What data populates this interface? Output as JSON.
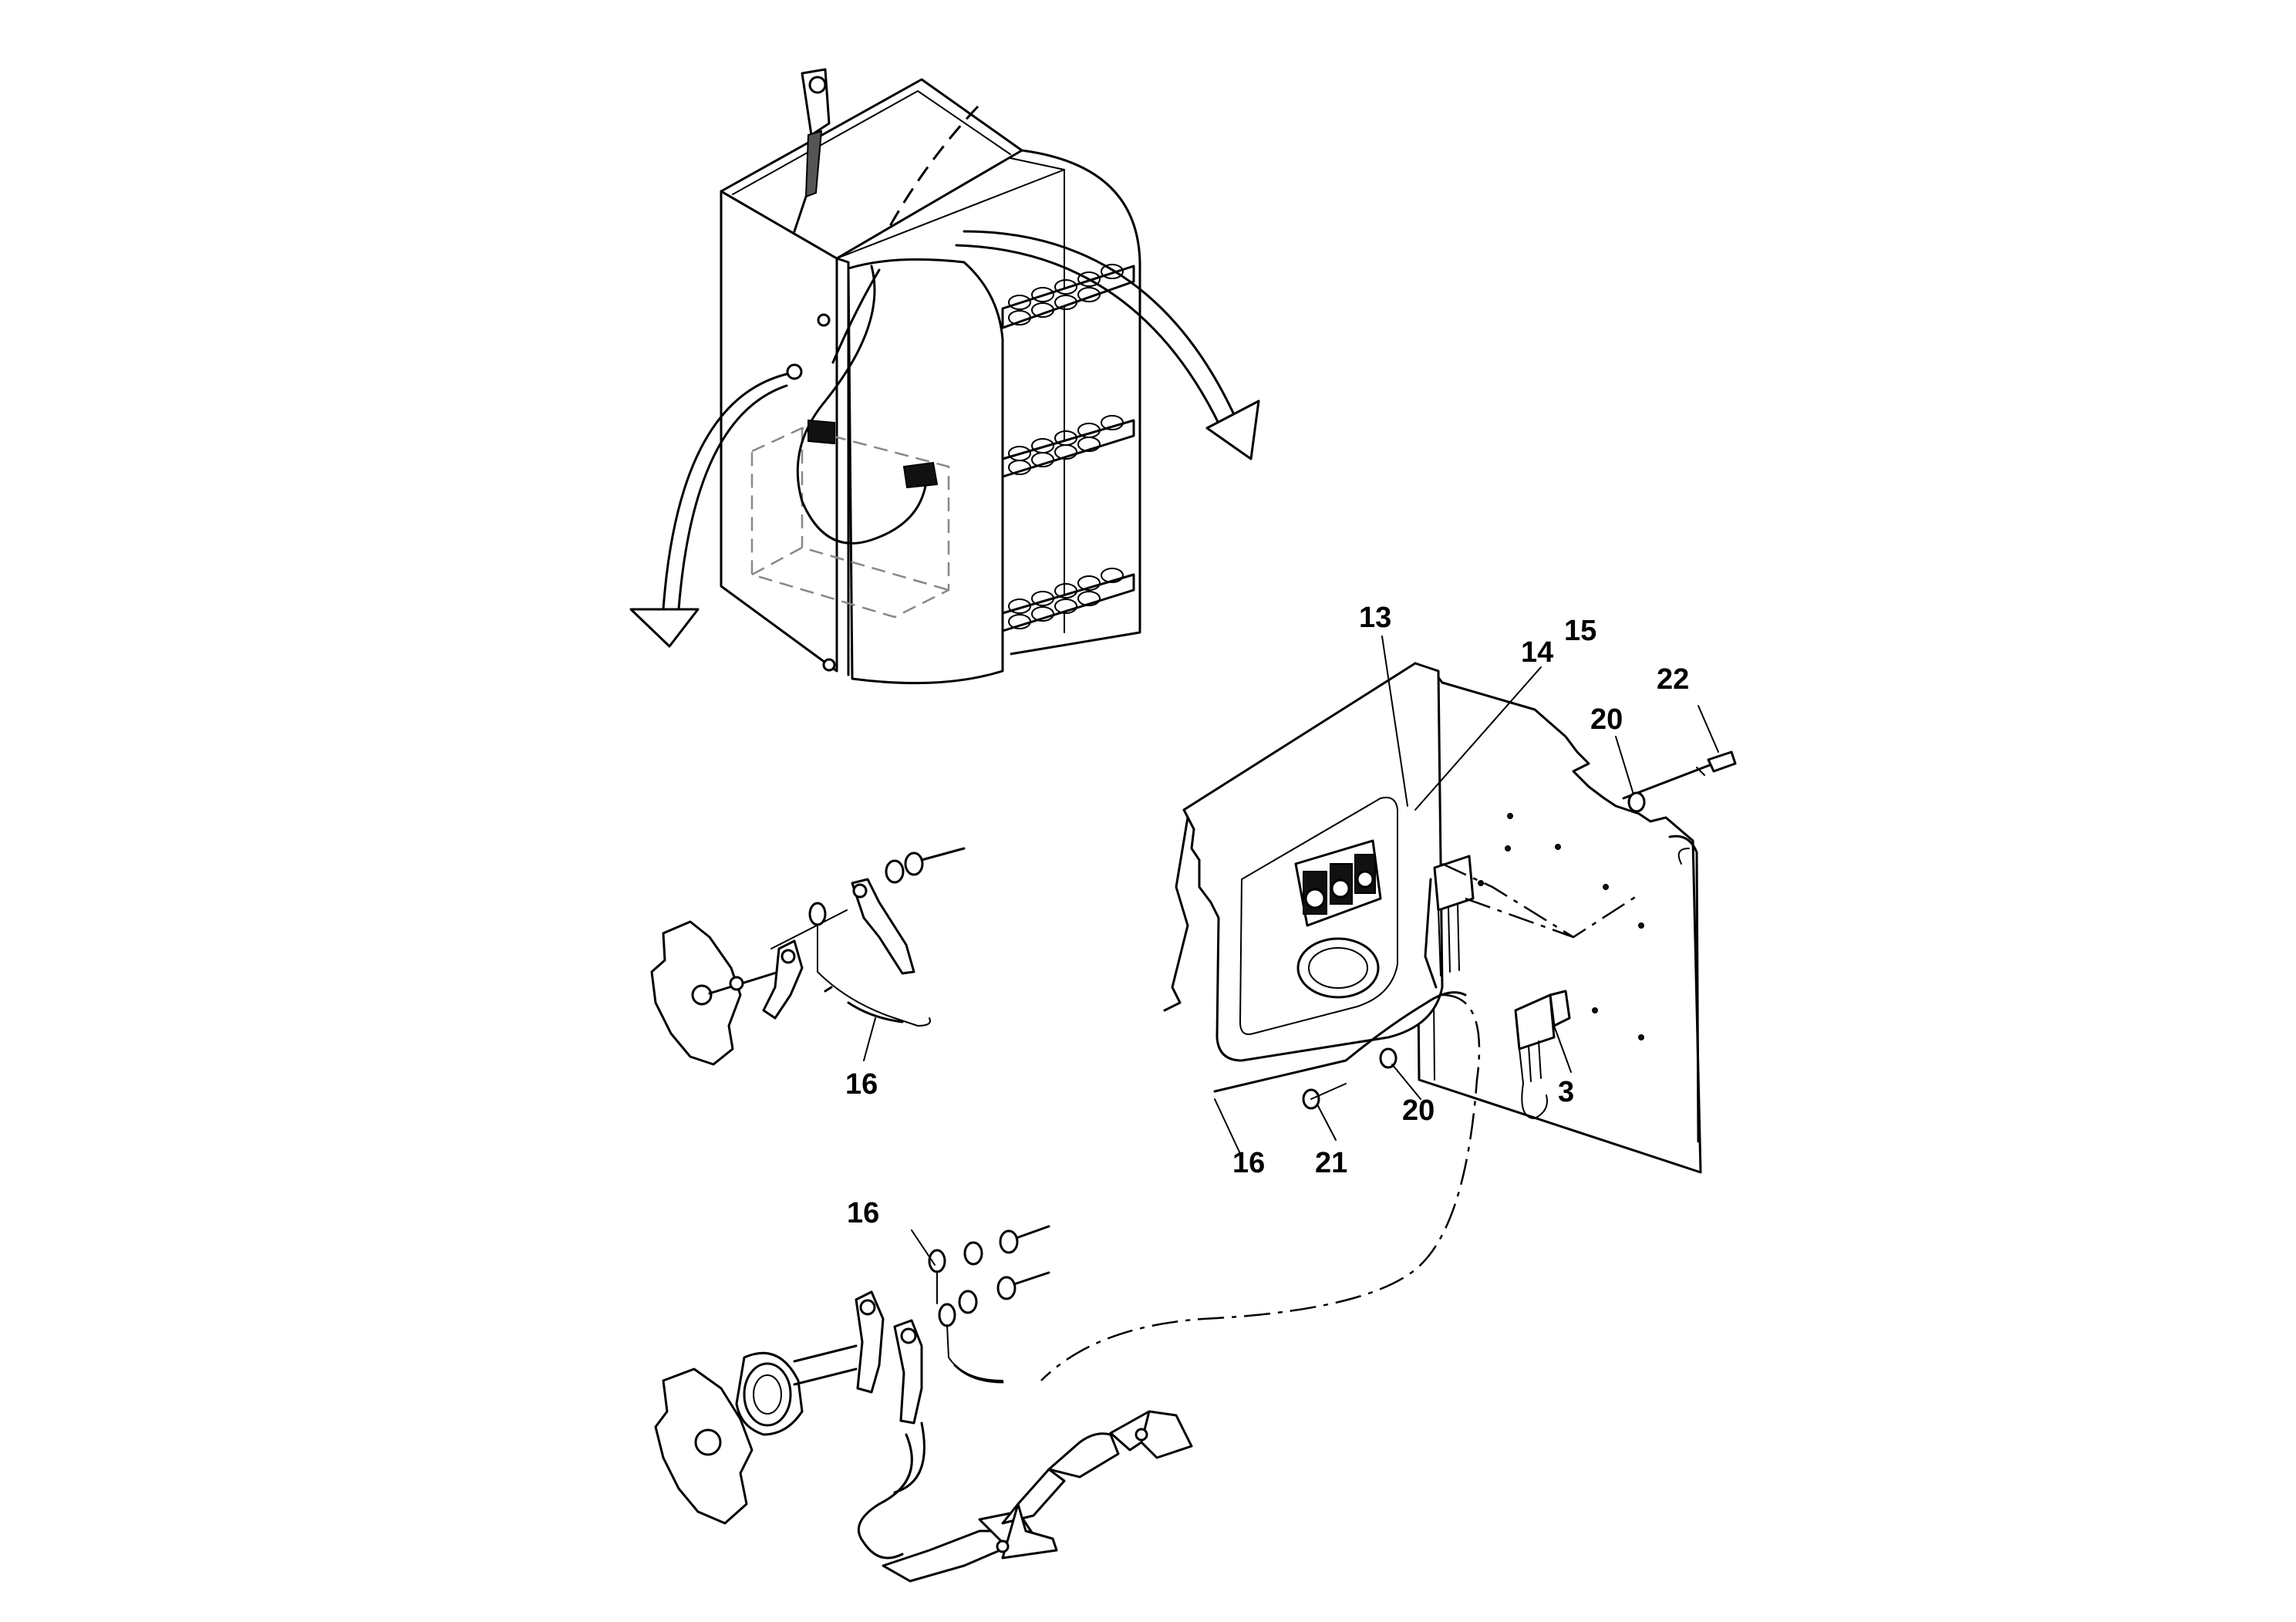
{
  "callouts": {
    "c13": "13",
    "c14": "14",
    "c15": "15",
    "c22": "22",
    "c20_top": "20",
    "c3": "3",
    "c20_bottom": "20",
    "c16_panel": "16",
    "c21": "21",
    "c16_upper_left": "16",
    "c16_lower_left": "16"
  }
}
